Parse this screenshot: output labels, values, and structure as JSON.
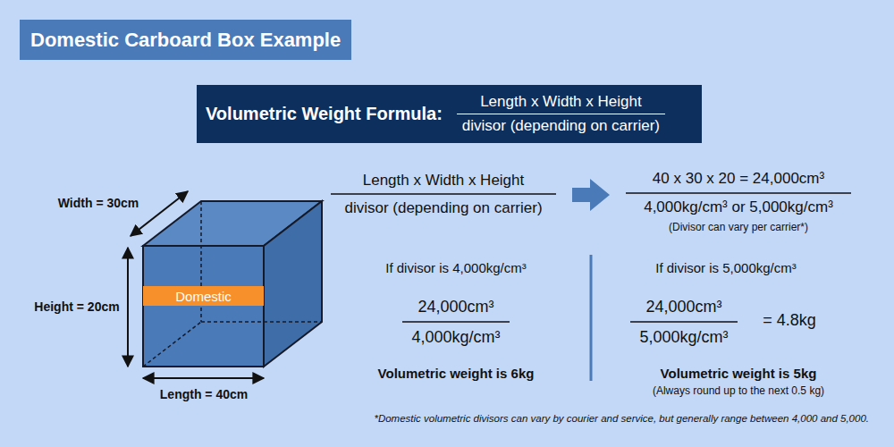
{
  "diagram": {
    "title": "Domestic Carboard Box Example",
    "caption": "*Domestic volumetric divisors can vary by courier and service, but generally range between 4,000 and 5,000.",
    "nodes": [
      {
        "text": [
          "Volumetric Weight Formula:",
          "Length x Width x Height",
          "divisor (depending on carrier)"
        ]
      },
      {
        "text": [
          "Domestic"
        ]
      }
    ],
    "labels": [
      "Width = 30cm",
      "Height = 20cm",
      "Length = 40cm",
      "Length x Width x Height",
      "divisor (depending on carrier)",
      "40 x 30 x 20 = 24,000cm³",
      "4,000kg/cm³ or 5,000kg/cm³",
      "(Divisor can vary per carrier*)",
      "If divisor is 4,000kg/cm³",
      "24,000cm³",
      "4,000kg/cm³",
      "Volumetric weight is 6kg",
      "If divisor is 5,000kg/cm³",
      "24,000cm³",
      "5,000kg/cm³",
      "= 4.8kg",
      "Volumetric weight is 5kg",
      "(Always round up to the next 0.5 kg)"
    ]
  }
}
